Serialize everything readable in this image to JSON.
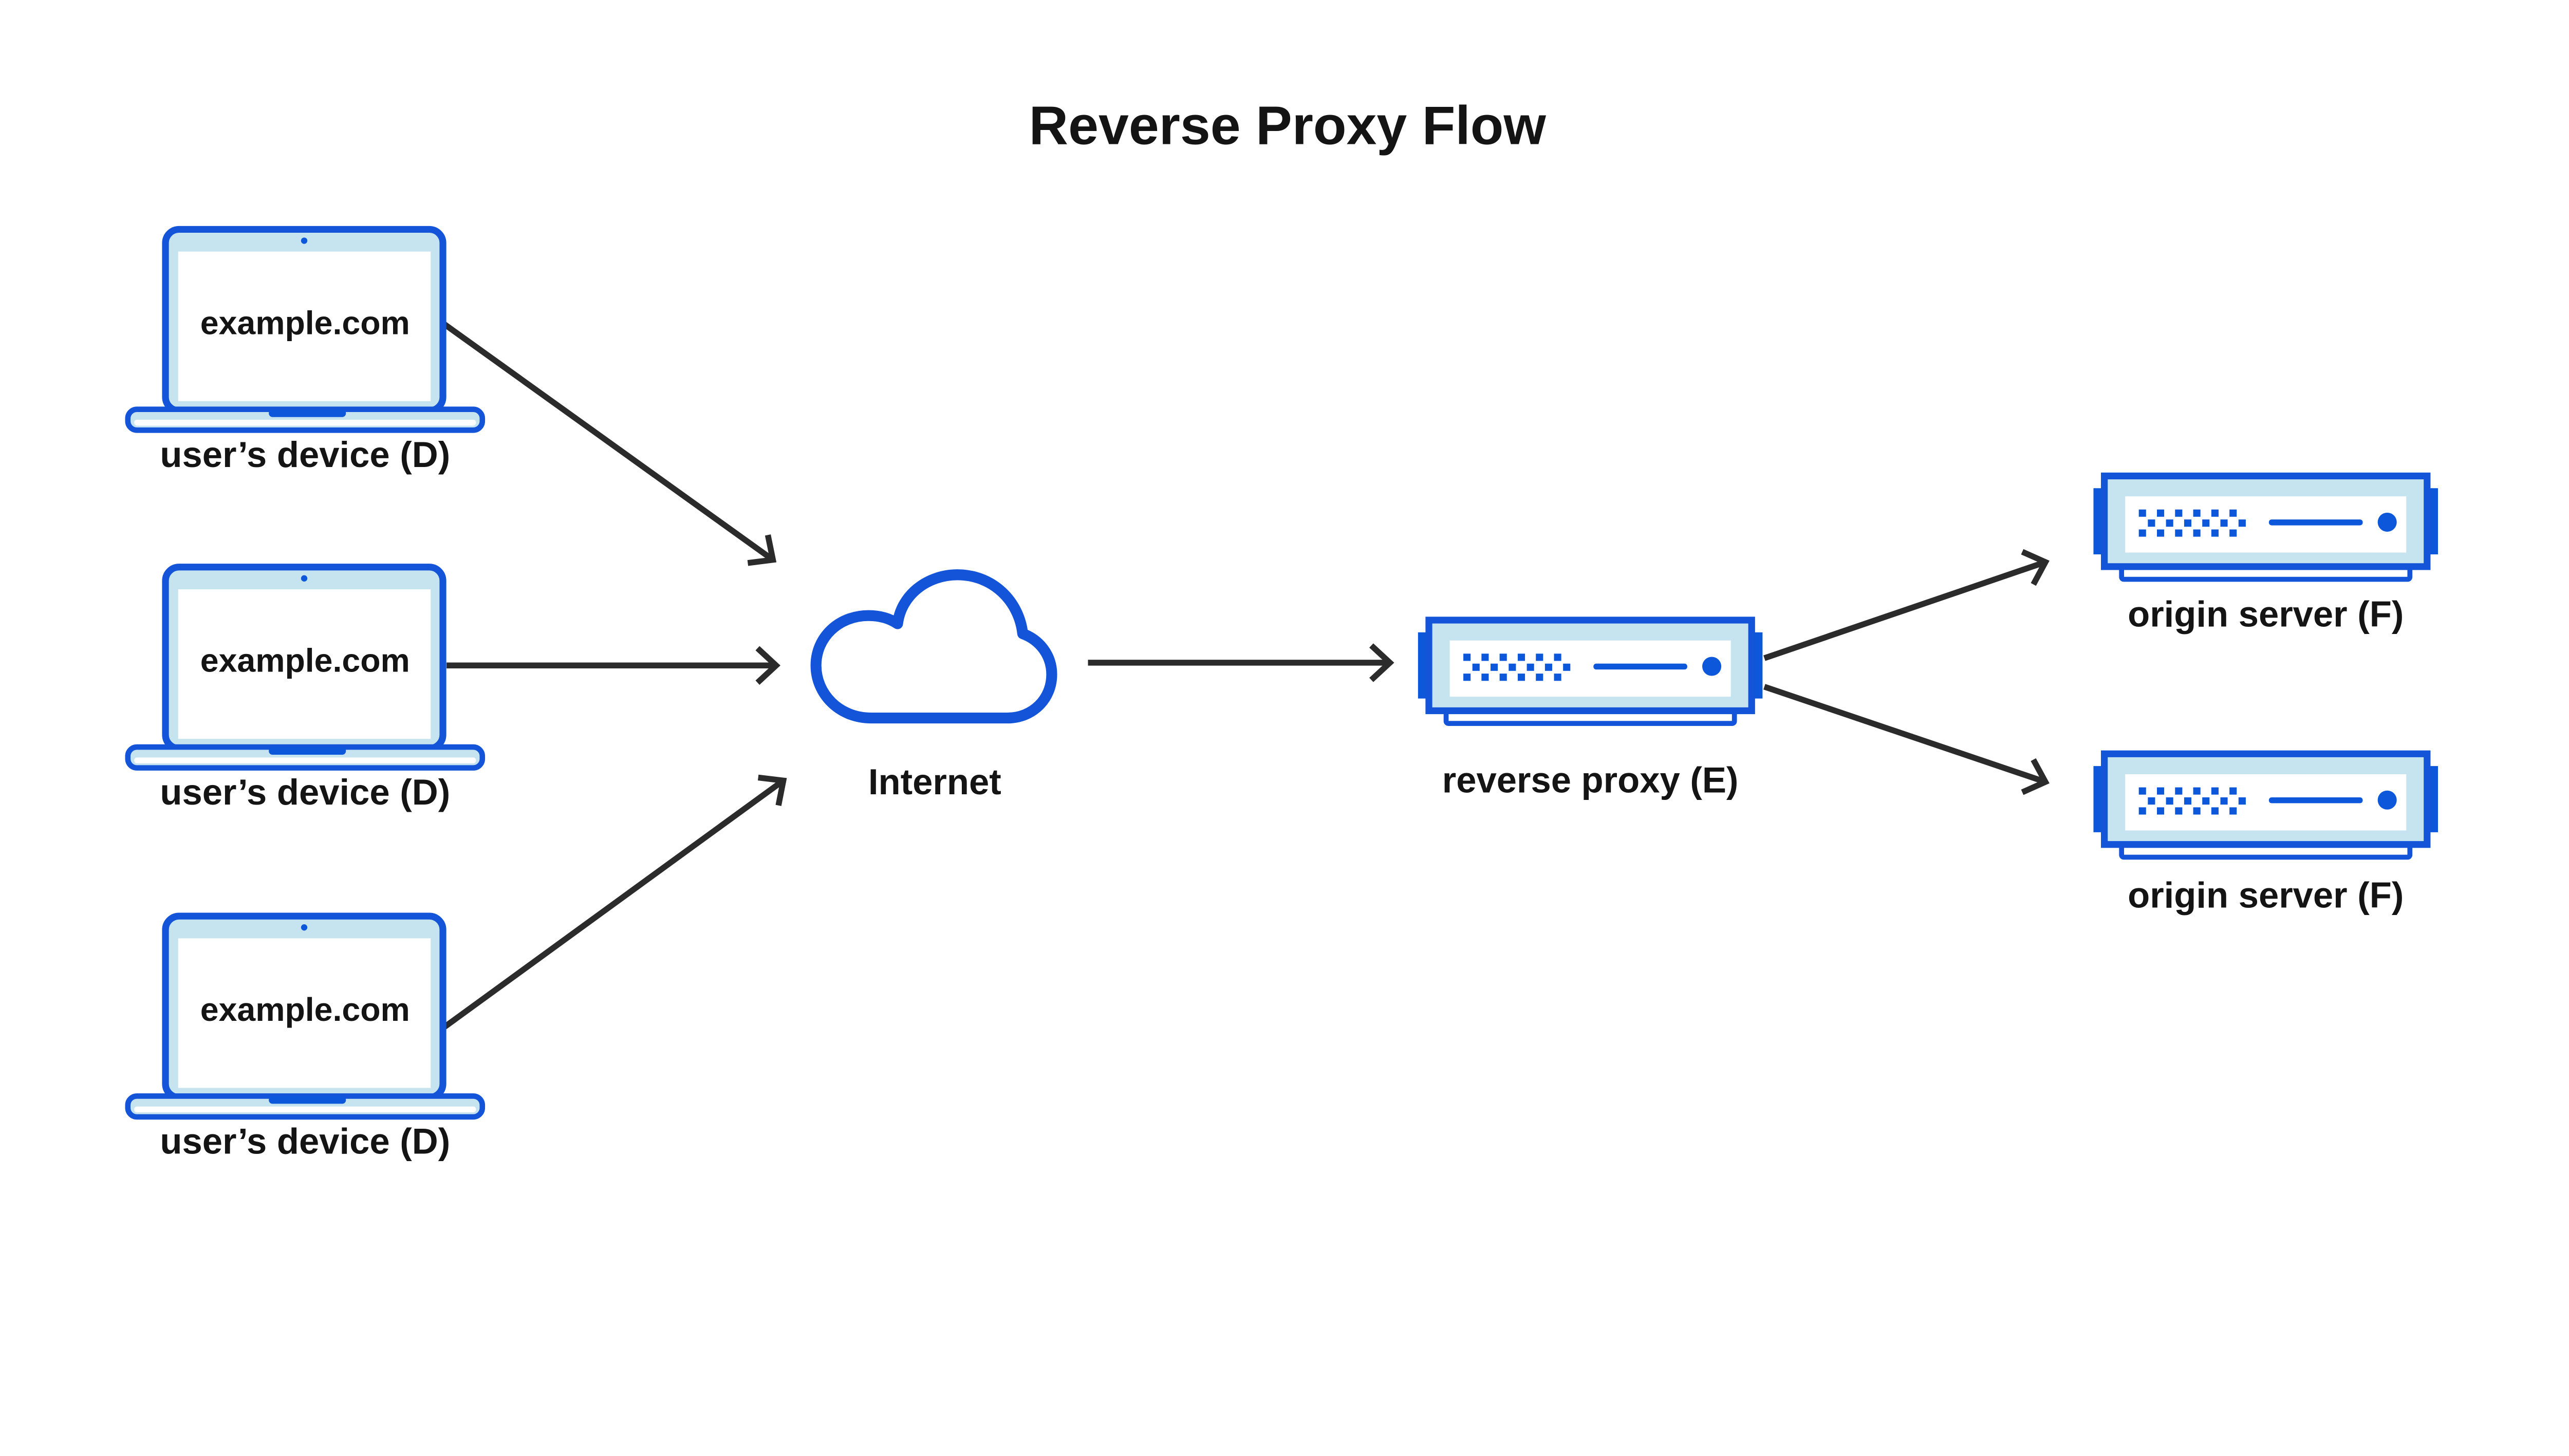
{
  "title": "Reverse Proxy Flow",
  "colors": {
    "blue": "#1454d8",
    "accent": "#0d57da",
    "light": "#c6e4f0",
    "arrow": "#2b2b2b",
    "ink": "#141414",
    "bg": "#ffffff"
  },
  "nodes": {
    "devices": [
      {
        "screen_text": "example.com",
        "label": "user’s device (D)"
      },
      {
        "screen_text": "example.com",
        "label": "user’s device (D)"
      },
      {
        "screen_text": "example.com",
        "label": "user’s device (D)"
      }
    ],
    "internet": {
      "label": "Internet"
    },
    "reverse_proxy": {
      "label": "reverse proxy (E)"
    },
    "origin_servers": [
      {
        "label": "origin server (F)"
      },
      {
        "label": "origin server (F)"
      }
    ]
  },
  "edges": [
    {
      "from": "user’s device (D) — top",
      "to": "Internet"
    },
    {
      "from": "user’s device (D) — middle",
      "to": "Internet"
    },
    {
      "from": "user’s device (D) — bottom",
      "to": "Internet"
    },
    {
      "from": "Internet",
      "to": "reverse proxy (E)"
    },
    {
      "from": "reverse proxy (E)",
      "to": "origin server (F) — top"
    },
    {
      "from": "reverse proxy (E)",
      "to": "origin server (F) — bottom"
    }
  ]
}
